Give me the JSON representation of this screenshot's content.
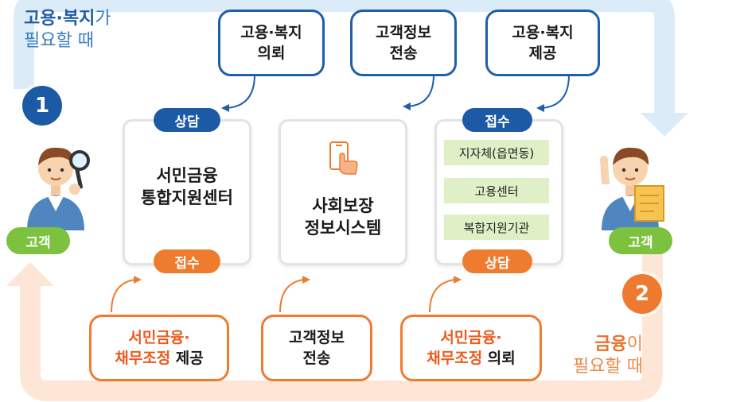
{
  "headings": {
    "top_emphasis": "고용·복지",
    "top_suffix": "가",
    "top_line2": "필요할 때",
    "bottom_emphasis": "금융",
    "bottom_suffix": "이",
    "bottom_line2": "필요할 때"
  },
  "steps": {
    "one": "1",
    "two": "2"
  },
  "customer_label": "고객",
  "top_boxes": [
    {
      "line1": "고용·복지",
      "line2": "의뢰"
    },
    {
      "line1": "고객정보",
      "line2": "전송"
    },
    {
      "line1": "고용·복지",
      "line2": "제공"
    }
  ],
  "bottom_boxes": [
    {
      "highlight1": "서민금융·",
      "highlight2": "채무조정",
      "suffix2": " 제공"
    },
    {
      "line1": "고객정보",
      "line2": "전송"
    },
    {
      "highlight1": "서민금융·",
      "highlight2": "채무조정",
      "suffix2": " 의뢰"
    }
  ],
  "centers": {
    "left": {
      "line1": "서민금융",
      "line2": "통합지원센터",
      "top_pill": "상담",
      "bottom_pill": "접수"
    },
    "middle": {
      "line1": "사회보장",
      "line2": "정보시스템"
    },
    "right": {
      "top_pill": "접수",
      "bottom_pill": "상담",
      "agencies": [
        "지자체(읍면동)",
        "고용센터",
        "복합지원기관"
      ]
    }
  },
  "colors": {
    "blue": "#1d5aa5",
    "orange": "#ef7b2f",
    "green": "#7cc23e",
    "light_blue_band": "#dcebf8",
    "light_orange_band": "#fde6d6"
  },
  "icons": [
    "phone-touch-icon",
    "magnifier-icon",
    "person-icon"
  ]
}
